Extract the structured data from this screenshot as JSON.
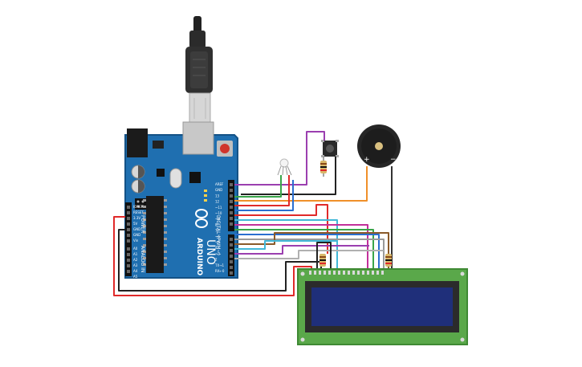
{
  "board": {
    "brand": "ARDUINO",
    "model": "UNO",
    "digital_label": "DIGITAL (PWM~)",
    "power_label": "POWER",
    "analog_label": "ANALOG IN",
    "pin_labels_top": [
      "AREF",
      "GND",
      "13",
      "12",
      "~11",
      "~10",
      "~9",
      "8",
      "7",
      "~6",
      "~5",
      "4",
      "~3",
      "2",
      "TX→1",
      "RX←0"
    ],
    "power_pins": [
      "IOREF",
      "RESET",
      "3.3V",
      "5V",
      "GND",
      "GND",
      "Vin"
    ],
    "analog_pins": [
      "A0",
      "A1",
      "A2",
      "A3",
      "A4",
      "A5"
    ]
  },
  "buzzer": {
    "plus": "+",
    "minus": "−"
  },
  "colors": {
    "board": "#1f6fb0",
    "board_dark": "#145286",
    "lcd_pcb": "#5aa84a",
    "lcd_screen": "#1f2f7a",
    "wire_red": "#e02a2a",
    "wire_black": "#222222",
    "wire_orange": "#f0902a",
    "wire_green": "#3aa54a",
    "wire_blue": "#2a6fd0",
    "wire_purple": "#9b3fb0",
    "wire_cyan": "#42b8d8",
    "wire_gray": "#9a9a9a",
    "wire_brown": "#8a5a2a",
    "wire_yellow": "#d9b800",
    "wire_magenta": "#c2309a"
  }
}
